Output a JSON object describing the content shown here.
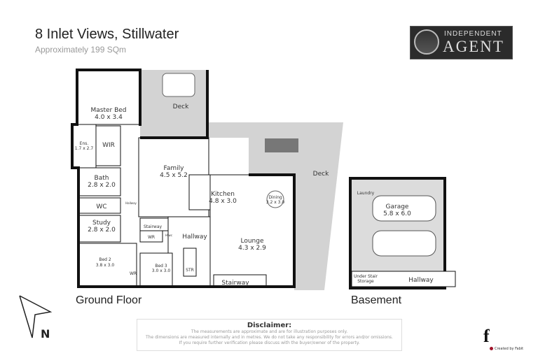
{
  "header": {
    "title": "8 Inlet Views, Stillwater",
    "subtitle": "Approximately 199 SQm"
  },
  "logo": {
    "line1": "INDEPENDENT",
    "line2": "AGENT"
  },
  "ground_floor": {
    "label": "Ground Floor",
    "rooms": [
      {
        "name": "Master Bed",
        "dim": "4.0 x 3.4"
      },
      {
        "name": "Ens.",
        "dim": "1.7 x 2.7"
      },
      {
        "name": "WIR",
        "dim": ""
      },
      {
        "name": "Bath",
        "dim": "2.8 x 2.0"
      },
      {
        "name": "WC",
        "dim": ""
      },
      {
        "name": "Study",
        "dim": "2.8 x 2.0"
      },
      {
        "name": "Bed 2",
        "dim": "3.8 x 3.0"
      },
      {
        "name": "WR",
        "dim": ""
      },
      {
        "name": "Family",
        "dim": "4.5 x 5.2"
      },
      {
        "name": "Kitchen",
        "dim": "4.8 x 3.0"
      },
      {
        "name": "Dining",
        "dim": "3.2 x 3.0"
      },
      {
        "name": "Lounge",
        "dim": "4.3 x 2.9"
      },
      {
        "name": "Hallway",
        "dim": ""
      },
      {
        "name": "Hallway",
        "dim": ""
      },
      {
        "name": "Stairway",
        "dim": ""
      },
      {
        "name": "Stairway",
        "dim": ""
      },
      {
        "name": "WR",
        "dim": ""
      },
      {
        "name": "Htwc",
        "dim": ""
      },
      {
        "name": "Bed 3",
        "dim": "3.0 x 3.0"
      },
      {
        "name": "STR",
        "dim": ""
      },
      {
        "name": "Deck",
        "dim": ""
      },
      {
        "name": "Deck",
        "dim": ""
      }
    ]
  },
  "basement": {
    "label": "Basement",
    "rooms": [
      {
        "name": "Laundry",
        "dim": ""
      },
      {
        "name": "Garage",
        "dim": "5.8 x 6.0"
      },
      {
        "name": "Under Stair",
        "dim": "Storage"
      },
      {
        "name": "Hallway",
        "dim": ""
      }
    ]
  },
  "compass": {
    "label": "N"
  },
  "disclaimer": {
    "heading": "Disclaimer:",
    "lines": [
      "The measurements are approximate and are for illustration purposes only.",
      "The dimensions are measured internally and in metres. We do not take any responsibility for errors and/or omissions.",
      "If you require further verification please discuss with the buyer/owner of the property."
    ]
  },
  "credit": {
    "mark": "f",
    "text": "Created by Fabit"
  },
  "colors": {
    "wall": "#111111",
    "deck": "#d3d3d3",
    "garage": "#dcdcdc",
    "brand_dot": "#a0142a"
  }
}
